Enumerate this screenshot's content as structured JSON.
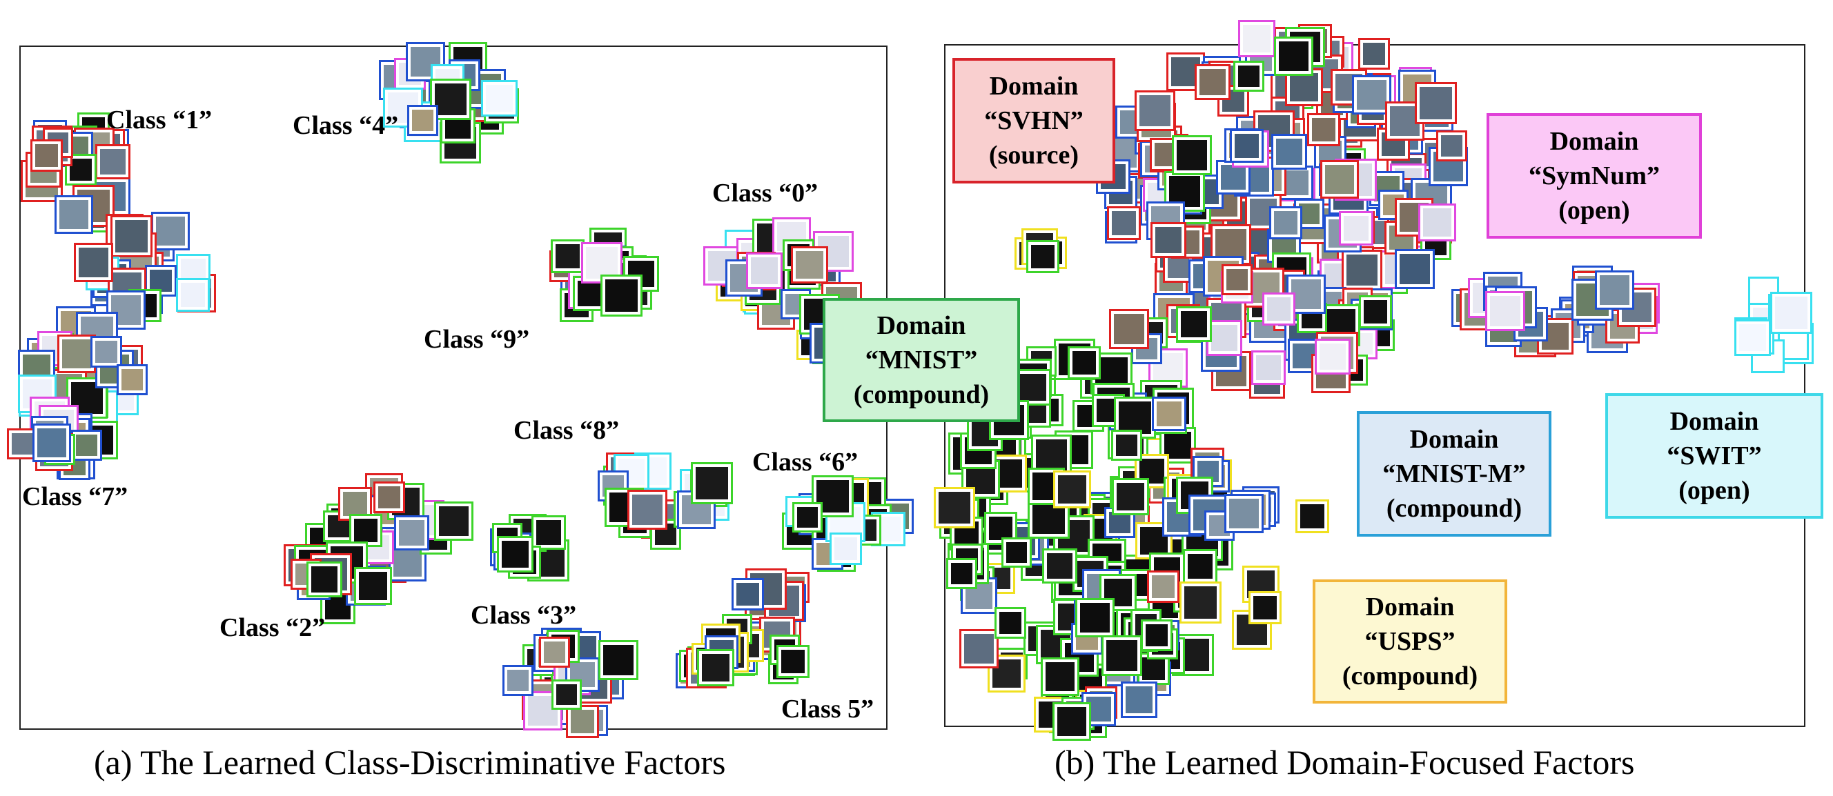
{
  "panel_a": {
    "caption": "(a) The Learned Class-Discriminative Factors",
    "class_labels": [
      {
        "id": "1",
        "text": "Class “1”"
      },
      {
        "id": "4",
        "text": "Class “4”"
      },
      {
        "id": "0",
        "text": "Class “0”"
      },
      {
        "id": "9",
        "text": "Class “9”"
      },
      {
        "id": "8",
        "text": "Class “8”"
      },
      {
        "id": "6",
        "text": "Class “6”"
      },
      {
        "id": "7",
        "text": "Class “7”"
      },
      {
        "id": "2",
        "text": "Class “2”"
      },
      {
        "id": "3",
        "text": "Class “3”"
      },
      {
        "id": "5",
        "text": "Class 5”"
      }
    ]
  },
  "panel_b": {
    "caption": "(b) The Learned Domain-Focused Factors",
    "domains": [
      {
        "id": "svhn",
        "line1": "Domain",
        "line2": "“SVHN”",
        "line3": "(source)",
        "border": "#d8232a",
        "fill": "#f9cfcf"
      },
      {
        "id": "symnum",
        "line1": "Domain",
        "line2": "“SymNum”",
        "line3": "(open)",
        "border": "#e040d8",
        "fill": "#fbc8f6"
      },
      {
        "id": "mnist",
        "line1": "Domain",
        "line2": "“MNIST”",
        "line3": "(compound)",
        "border": "#2ea84a",
        "fill": "#cdf3d4"
      },
      {
        "id": "mnistm",
        "line1": "Domain",
        "line2": "“MNIST-M”",
        "line3": "(compound)",
        "border": "#2aa0d8",
        "fill": "#dce9f6"
      },
      {
        "id": "swit",
        "line1": "Domain",
        "line2": "“SWIT”",
        "line3": "(open)",
        "border": "#3ed8e8",
        "fill": "#d8f7fb"
      },
      {
        "id": "usps",
        "line1": "Domain",
        "line2": "“USPS”",
        "line3": "(compound)",
        "border": "#f2b53a",
        "fill": "#fdf8d2"
      }
    ]
  },
  "colors": {
    "svhn": "#e02020",
    "mnist": "#3dd42a",
    "mnistm": "#2050d0",
    "symnum": "#e048e0",
    "swit": "#38e0f0",
    "usps": "#f0e020"
  }
}
